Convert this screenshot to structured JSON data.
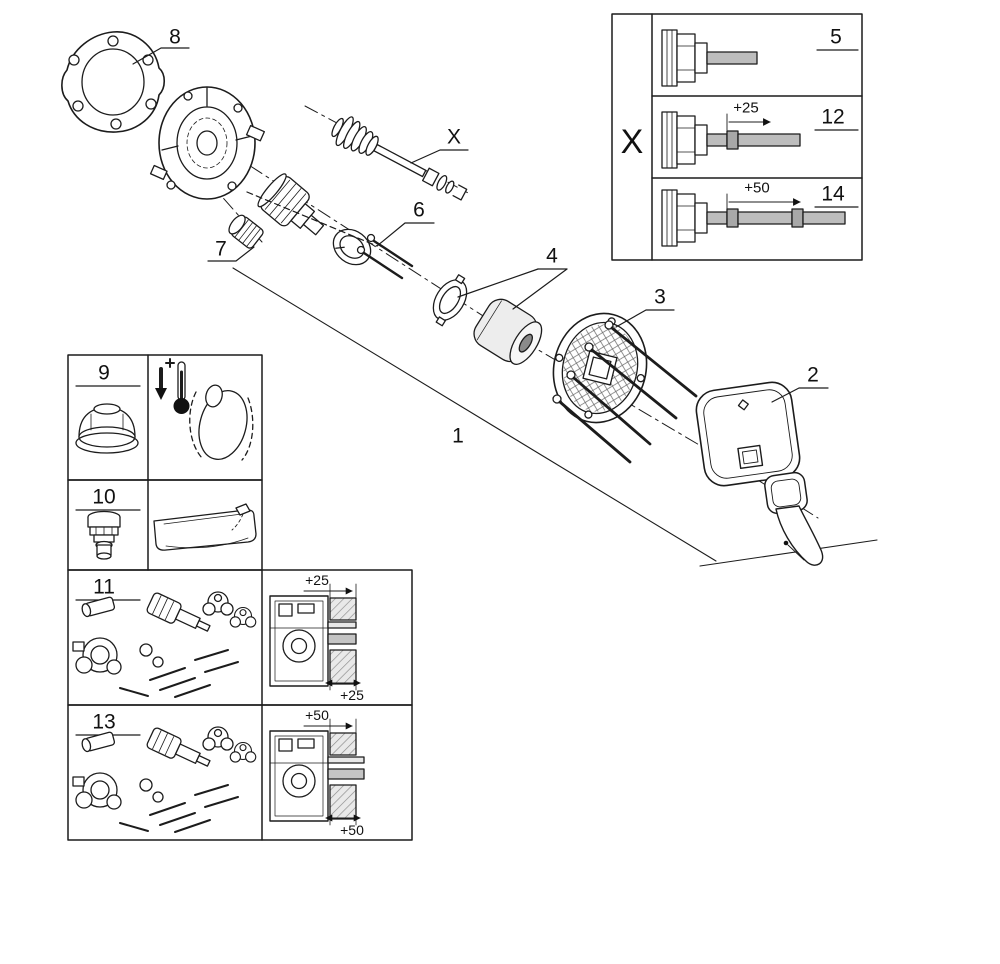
{
  "exploded_view": {
    "callouts": {
      "part1": "1",
      "part2": "2",
      "part3": "3",
      "part4": "4",
      "part6": "6",
      "part7": "7",
      "part8": "8",
      "variant": "X"
    }
  },
  "variant_box": {
    "title": "X",
    "rows": [
      {
        "number": "5"
      },
      {
        "number": "12",
        "offset": "+25"
      },
      {
        "number": "14",
        "offset": "+50"
      }
    ]
  },
  "detail_boxes": {
    "box9": {
      "number": "9"
    },
    "box10": {
      "number": "10"
    },
    "box11": {
      "number": "11",
      "offset_front": "+25",
      "offset_depth": "+25"
    },
    "box13": {
      "number": "13",
      "offset_front": "+50",
      "offset_depth": "+50"
    }
  },
  "colors": {
    "line": "#1c1c1c",
    "shaft_gray": "#bdbdbd",
    "background": "#ffffff"
  }
}
